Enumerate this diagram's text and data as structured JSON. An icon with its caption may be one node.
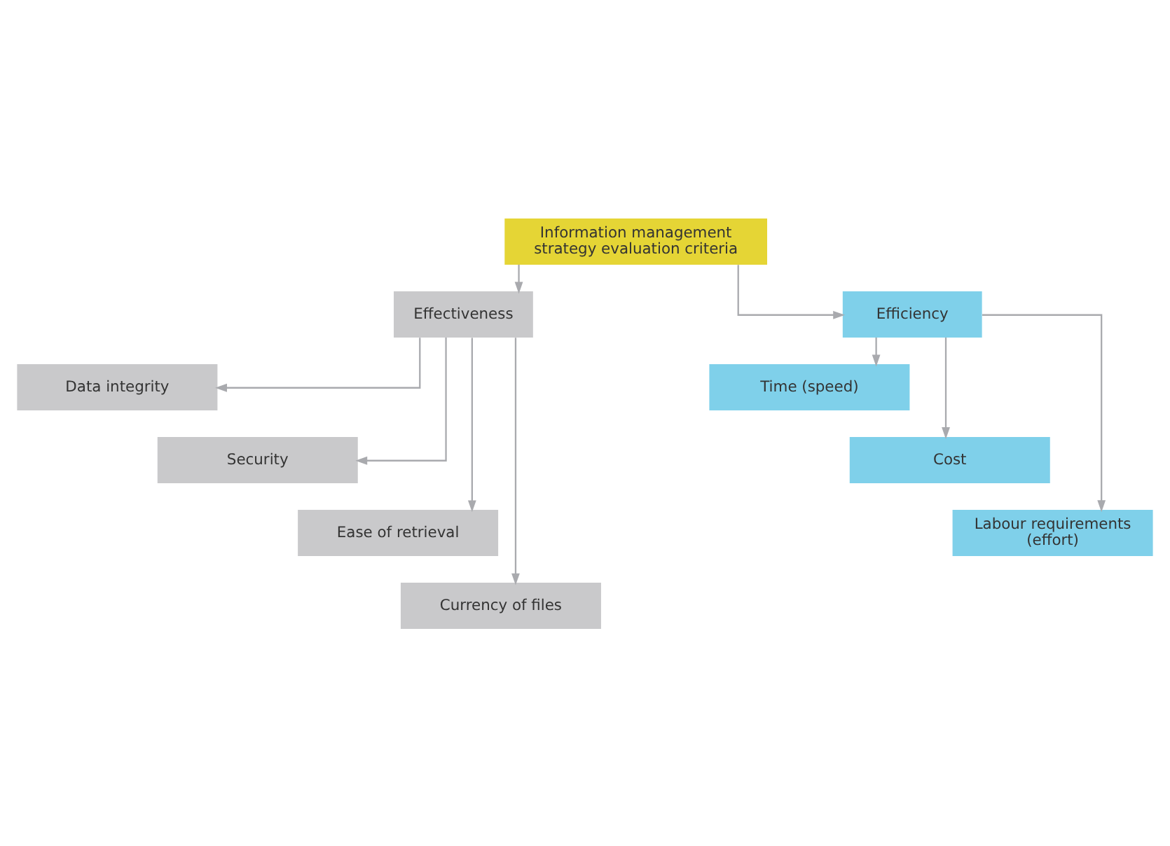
{
  "diagram": {
    "nodes": [
      {
        "text": [
          "Information management strategy evaluation criteria"
        ]
      },
      {
        "text": [
          "Effectiveness"
        ]
      },
      {
        "text": [
          "Efficiency"
        ]
      },
      {
        "text": [
          "Data integrity"
        ]
      },
      {
        "text": [
          "Security"
        ]
      },
      {
        "text": [
          "Ease of retrieval"
        ]
      },
      {
        "text": [
          "Currency of files"
        ]
      },
      {
        "text": [
          "Time (speed)"
        ]
      },
      {
        "text": [
          "Cost"
        ]
      },
      {
        "text": [
          "Labour requirements (effort)"
        ]
      }
    ],
    "edges": [
      {
        "from": 0,
        "to": 1,
        "arrow": "to"
      },
      {
        "from": 0,
        "to": 2,
        "arrow": "to"
      },
      {
        "from": 1,
        "to": 3,
        "arrow": "to"
      },
      {
        "from": 1,
        "to": 4,
        "arrow": "to"
      },
      {
        "from": 1,
        "to": 5,
        "arrow": "to"
      },
      {
        "from": 1,
        "to": 6,
        "arrow": "to"
      },
      {
        "from": 2,
        "to": 7,
        "arrow": "to"
      },
      {
        "from": 2,
        "to": 8,
        "arrow": "to"
      },
      {
        "from": 2,
        "to": 9,
        "arrow": "to"
      }
    ]
  }
}
